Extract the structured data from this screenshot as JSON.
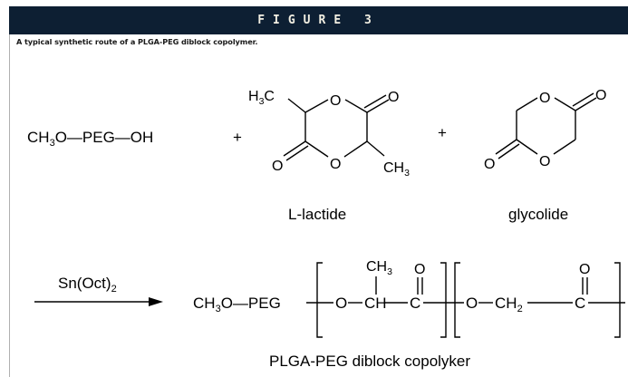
{
  "figure": {
    "label": "FIGURE 3",
    "caption": "A typical synthetic route of a PLGA-PEG diblock copolymer."
  },
  "reactants": {
    "mpeg": {
      "ch3": "CH",
      "sub3": "3",
      "o_peg_oh": "O—PEG—OH"
    },
    "plus1": "+",
    "plus2": "+",
    "lactide": {
      "name": "L-lactide",
      "h3c_h": "H",
      "h3c_sub": "3",
      "h3c_c": "C",
      "ch3_ch": "CH",
      "ch3_sub": "3",
      "o": "O"
    },
    "glycolide": {
      "name": "glycolide",
      "o": "O"
    }
  },
  "reaction": {
    "catalyst_main": "Sn(Oct)",
    "catalyst_sub": "2"
  },
  "product": {
    "prefix_ch": "CH",
    "prefix_sub": "3",
    "prefix_rest": "O—PEG",
    "o": "O",
    "ch": "CH",
    "c": "C",
    "ch3_ch": "CH",
    "ch3_sub": "3",
    "ch2_ch": "CH",
    "ch2_sub": "2",
    "name": "PLGA-PEG diblock copolyker"
  },
  "colors": {
    "header_bg": "#0d1f33",
    "header_text": "#f2efe2"
  }
}
